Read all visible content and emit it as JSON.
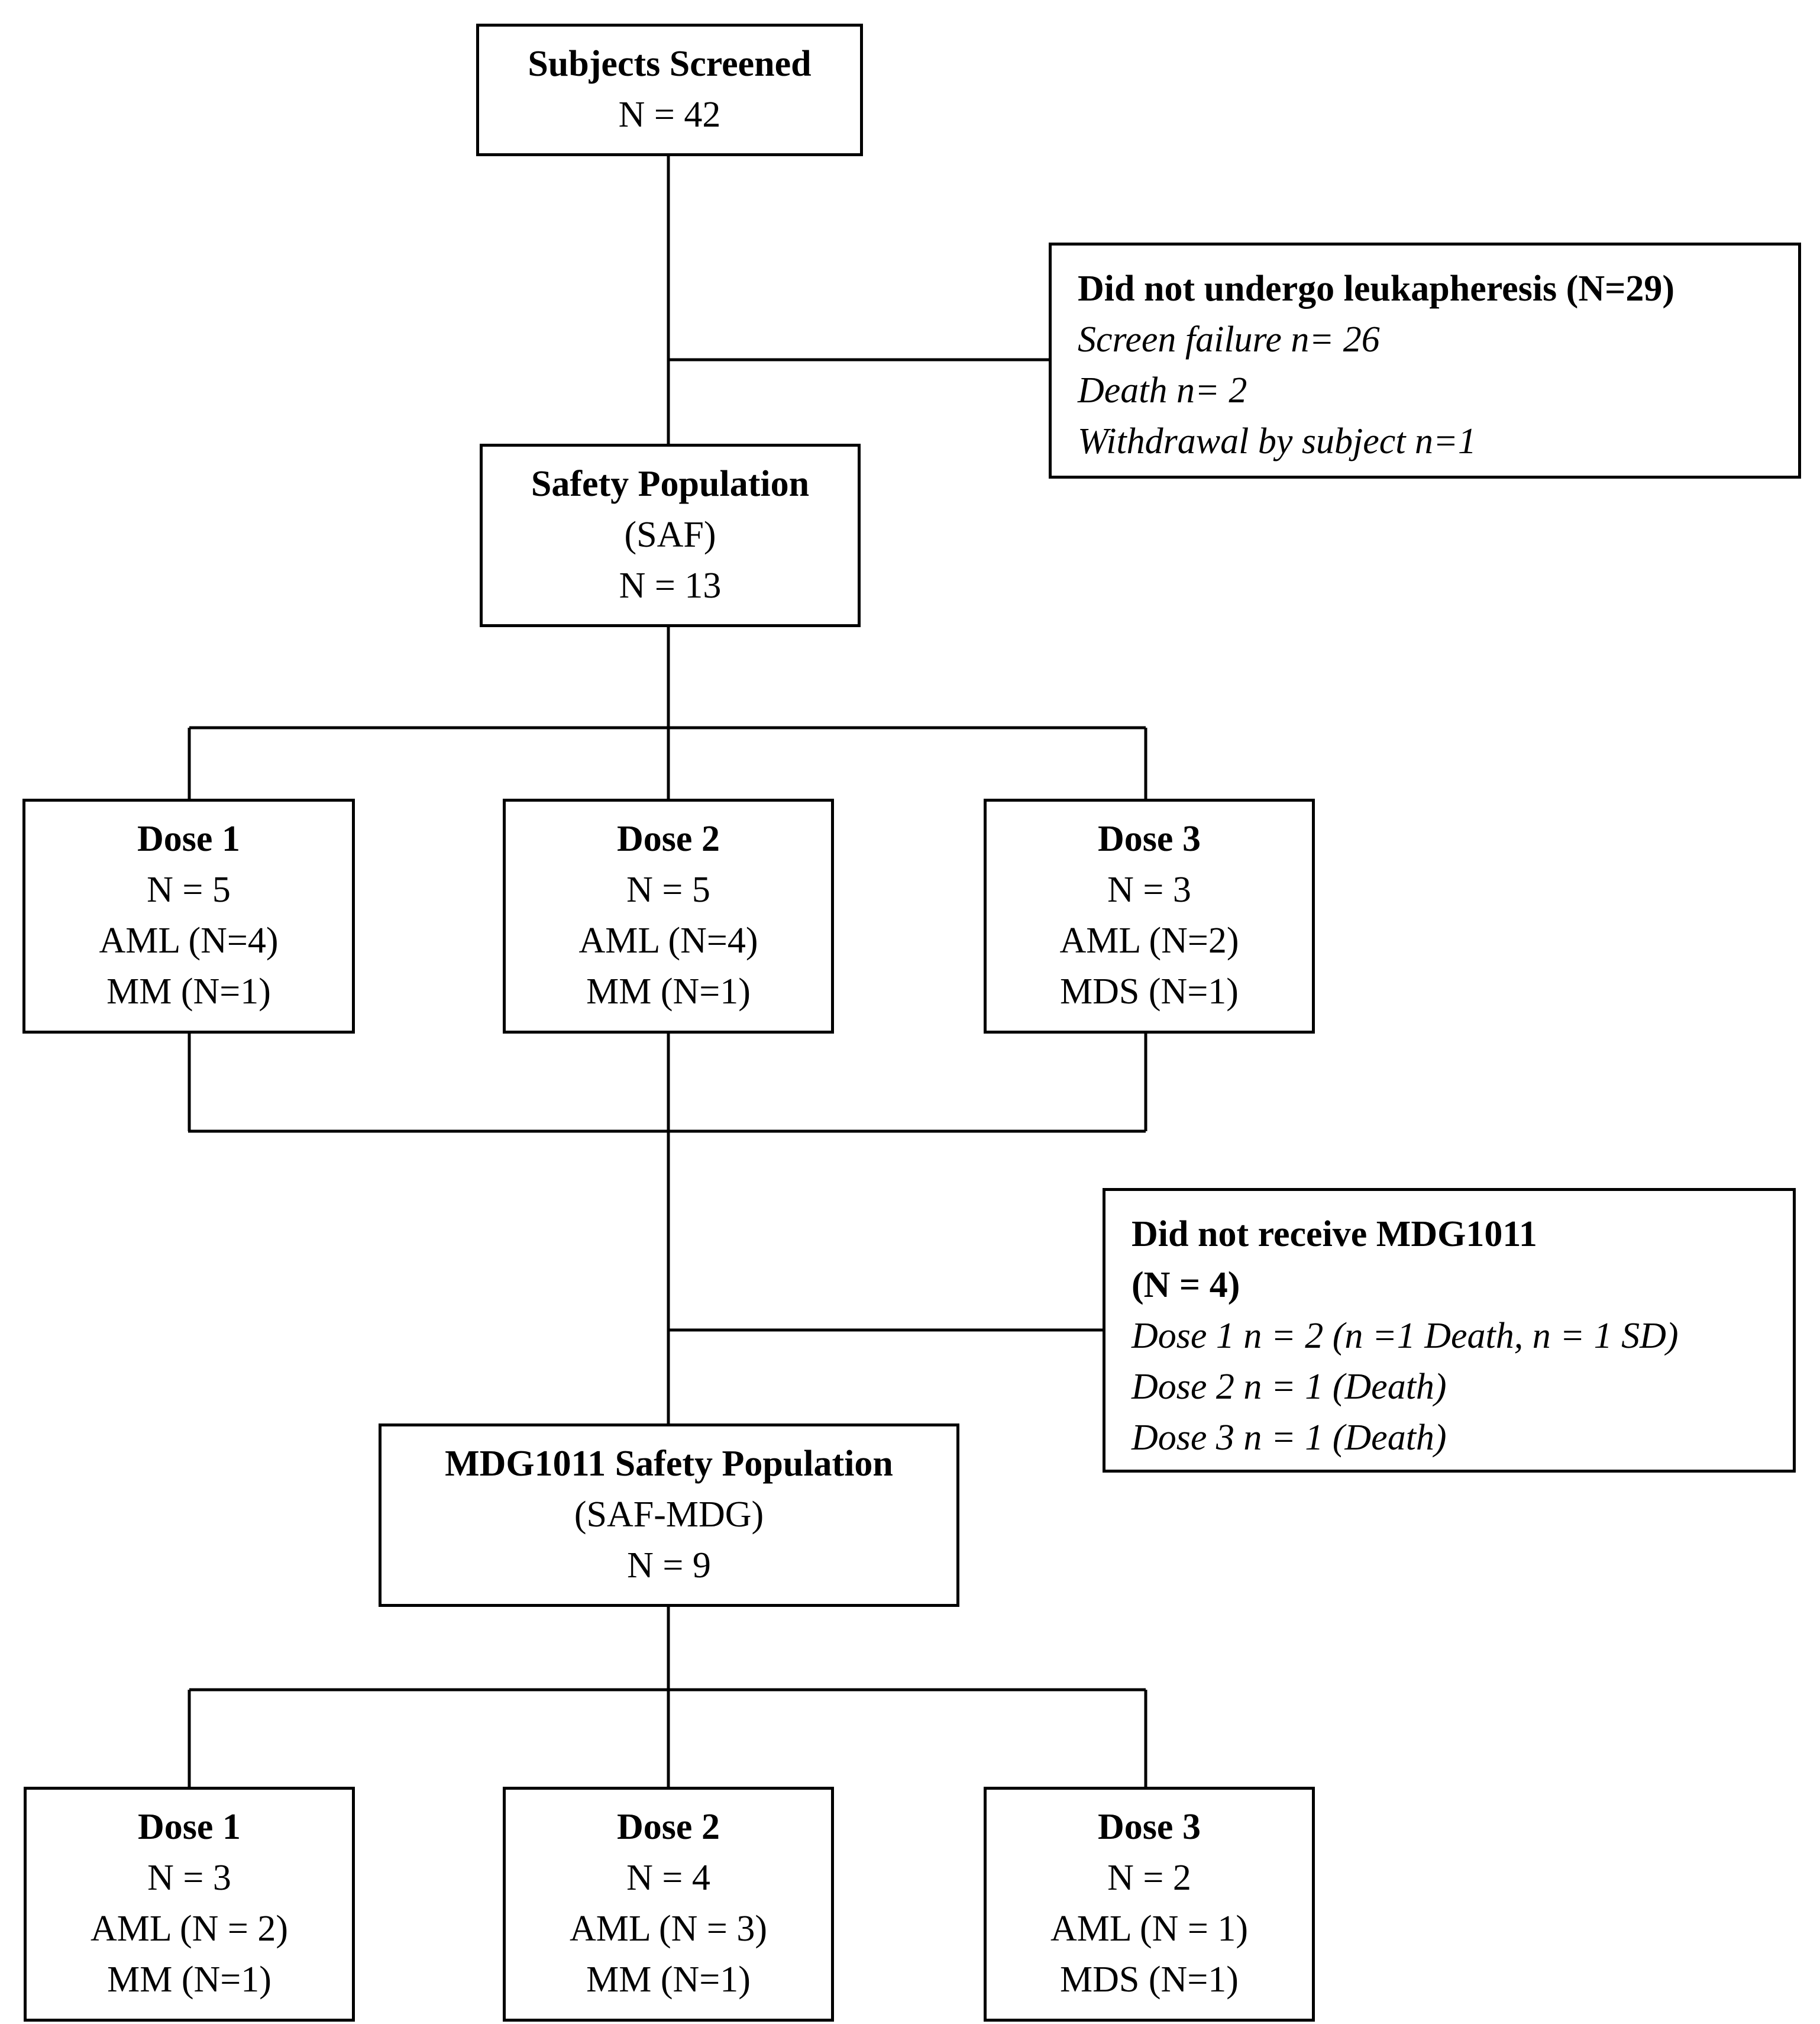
{
  "screened": {
    "title": "Subjects Screened",
    "n": "N = 42"
  },
  "excluded_leuk": {
    "title": "Did not undergo leukapheresis (N=29)",
    "items": [
      "Screen failure n= 26",
      "Death n= 2",
      "Withdrawal by subject n=1"
    ]
  },
  "saf": {
    "title": "Safety Population",
    "abbr": "(SAF)",
    "n": "N = 13"
  },
  "saf_doses": [
    {
      "title": "Dose 1",
      "n": "N = 5",
      "lines": [
        "AML  (N=4)",
        "MM   (N=1)"
      ]
    },
    {
      "title": "Dose 2",
      "n": "N = 5",
      "lines": [
        "AML  (N=4)",
        "MM   (N=1)"
      ]
    },
    {
      "title": "Dose 3",
      "n": "N = 3",
      "lines": [
        "AML  (N=2)",
        "MDS (N=1)"
      ]
    }
  ],
  "excluded_mdg": {
    "title_line1": "Did not receive MDG1011",
    "title_line2": "(N = 4)",
    "items": [
      "Dose 1 n = 2 (n =1 Death, n = 1 SD)",
      "Dose 2 n = 1 (Death)",
      "Dose 3 n = 1 (Death)"
    ]
  },
  "saf_mdg": {
    "title": "MDG1011 Safety Population",
    "abbr": "(SAF-MDG)",
    "n": "N = 9"
  },
  "mdg_doses": [
    {
      "title": "Dose 1",
      "n": "N = 3",
      "lines": [
        "AML  (N = 2)",
        "MM (N=1)"
      ]
    },
    {
      "title": "Dose 2",
      "n": "N = 4",
      "lines": [
        "AML  (N = 3)",
        "MM (N=1)"
      ]
    },
    {
      "title": "Dose 3",
      "n": "N = 2",
      "lines": [
        "AML  (N = 1)",
        "MDS (N=1)"
      ]
    }
  ]
}
